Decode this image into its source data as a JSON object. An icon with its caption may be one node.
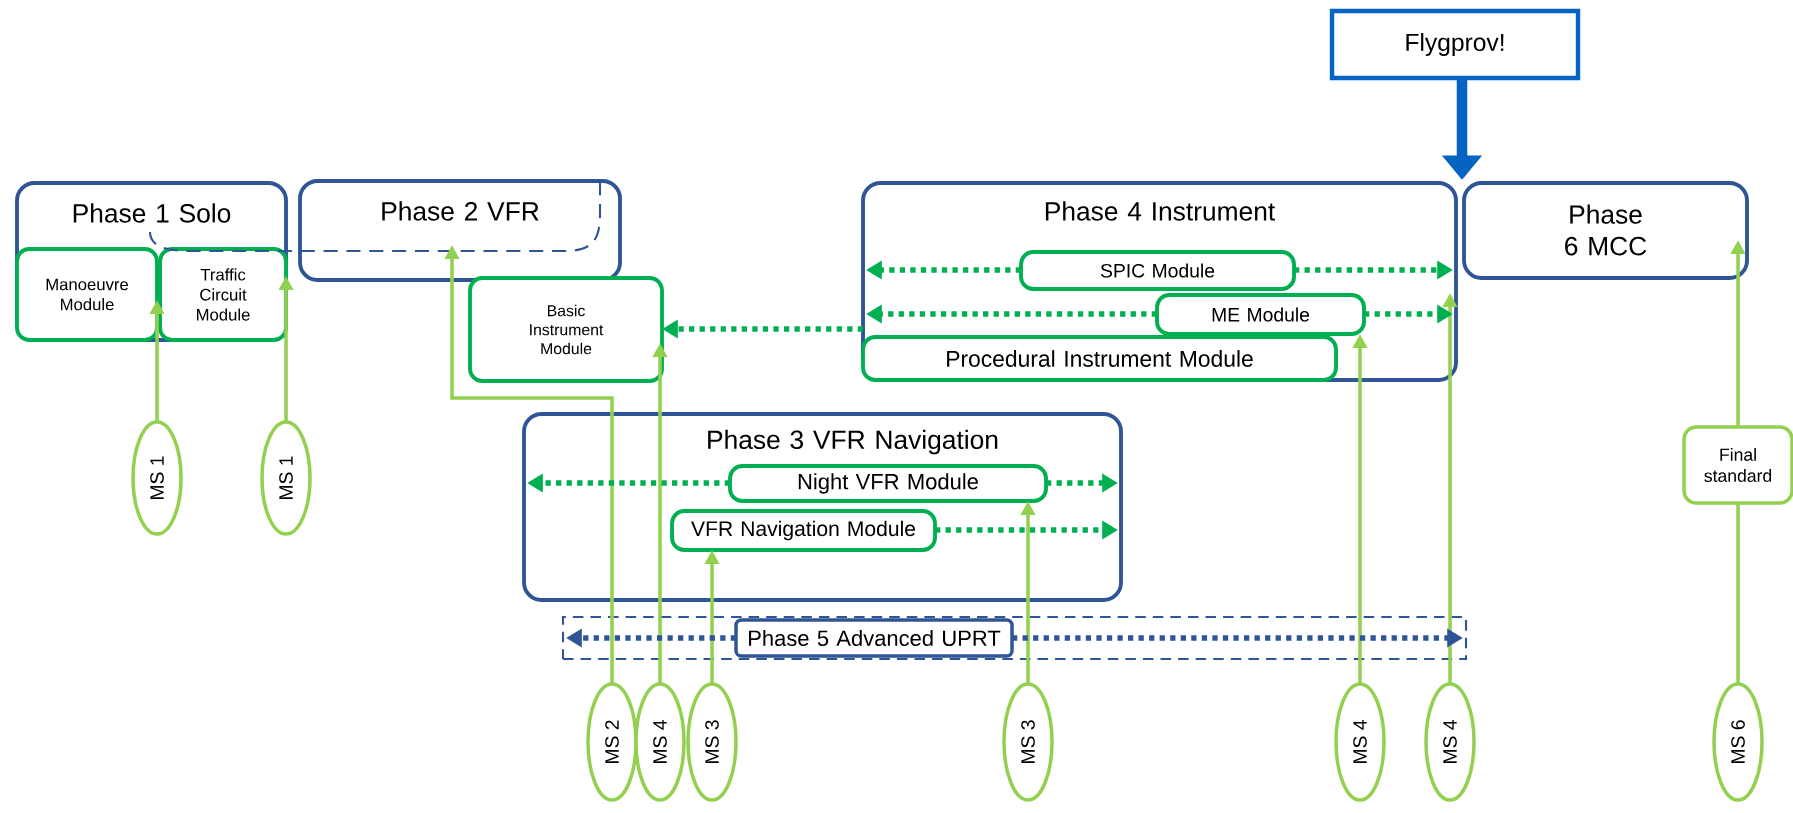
{
  "diagram": {
    "nodes": [
      {
        "text": [
          "Flygprov!"
        ]
      },
      {
        "text": [
          "Phase 1 Solo"
        ]
      },
      {
        "text": [
          "Manoeuvre Module"
        ],
        "in": 1
      },
      {
        "text": [
          "Traffic Circuit Module"
        ],
        "in": 1
      },
      {
        "text": [
          "Phase 2 VFR"
        ]
      },
      {
        "text": [
          "Basic Instrument Module"
        ]
      },
      {
        "text": [
          "Phase 4 Instrument"
        ]
      },
      {
        "text": [
          "SPIC Module"
        ],
        "in": 6
      },
      {
        "text": [
          "ME Module"
        ],
        "in": 6
      },
      {
        "text": [
          "Procedural Instrument Module"
        ],
        "in": 6
      },
      {
        "text": [
          "Phase 6 MCC"
        ]
      },
      {
        "text": [
          "Phase 3 VFR Navigation"
        ]
      },
      {
        "text": [
          "Night VFR Module"
        ],
        "in": 11
      },
      {
        "text": [
          "VFR Navigation Module"
        ],
        "in": 11
      },
      {
        "text": [
          "Final standard"
        ]
      },
      {
        "text": [],
        "shape": "box"
      },
      {
        "text": [
          "Phase 5 Advanced UPRT"
        ],
        "in": 15
      },
      {
        "text": [
          "MS 1"
        ]
      },
      {
        "text": [
          "MS 1"
        ]
      },
      {
        "text": [
          "MS 2"
        ]
      },
      {
        "text": [
          "MS 4"
        ]
      },
      {
        "text": [
          "MS 3"
        ]
      },
      {
        "text": [
          "MS 3"
        ]
      },
      {
        "text": [
          "MS 4"
        ]
      },
      {
        "text": [
          "MS 4"
        ]
      },
      {
        "text": [
          "MS 6"
        ]
      }
    ],
    "edges": [
      {
        "from": 0,
        "to": 10,
        "arrow": "to",
        "style": "thick",
        "color": "#0563c1"
      },
      {
        "from": 17,
        "to": 2,
        "arrow": "to"
      },
      {
        "from": 18,
        "to": 3,
        "arrow": "to"
      },
      {
        "from": 19,
        "to": 4,
        "arrow": "to"
      },
      {
        "from": 20,
        "to": 5,
        "arrow": "to"
      },
      {
        "from": 21,
        "to": 13,
        "arrow": "to"
      },
      {
        "from": 22,
        "to": 12,
        "arrow": "to"
      },
      {
        "from": 23,
        "to": 8,
        "arrow": "to"
      },
      {
        "from": 24,
        "to": 6,
        "arrow": "to"
      },
      {
        "from": 25,
        "to": 14,
        "arrow": "none"
      },
      {
        "from": 14,
        "to": 10,
        "arrow": "to"
      },
      {
        "from": 6,
        "to": 5,
        "arrow": "to",
        "style": "dashed",
        "color": "#00b050"
      },
      {
        "from": 7,
        "to": null,
        "arrow": "to",
        "style": "dashed",
        "color": "#00b050"
      },
      {
        "from": 7,
        "to": null,
        "arrow": "to",
        "style": "dashed",
        "color": "#00b050"
      },
      {
        "from": 8,
        "to": null,
        "arrow": "to",
        "style": "dashed",
        "color": "#00b050"
      },
      {
        "from": 8,
        "to": null,
        "arrow": "to",
        "style": "dashed",
        "color": "#00b050"
      },
      {
        "from": 12,
        "to": null,
        "arrow": "to",
        "style": "dashed",
        "color": "#00b050"
      },
      {
        "from": 12,
        "to": null,
        "arrow": "to",
        "style": "dashed",
        "color": "#00b050"
      },
      {
        "from": 13,
        "to": null,
        "arrow": "to",
        "style": "dashed",
        "color": "#00b050"
      },
      {
        "from": 16,
        "to": null,
        "arrow": "to",
        "style": "dashed",
        "color": "#2f5597"
      },
      {
        "from": 16,
        "to": null,
        "arrow": "to",
        "style": "dashed",
        "color": "#2f5597"
      }
    ]
  }
}
